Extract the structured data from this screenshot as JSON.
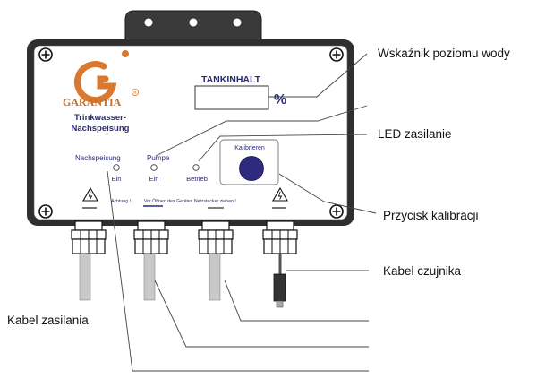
{
  "device": {
    "brand": "GARANTIA",
    "registered_mark": "R",
    "product_line1": "Trinkwasser-",
    "product_line2": "Nachspeisung",
    "display_title": "TANKINHALT",
    "display_unit": "%",
    "led_labels": {
      "nachspeisung": "Nachspeisung",
      "pumpe": "Pumpe"
    },
    "led_states": {
      "nachspeisung": "Ein",
      "pumpe": "Ein",
      "betrieb": "Betrieb"
    },
    "calibrate_label": "Kalibrieren",
    "warning_text": "Achtung !",
    "warning_detail": "Vor Öffnen des Gerätes Netzstecker ziehen !"
  },
  "callouts": {
    "water_level": "Wskaźnik poziomu wody",
    "power_led": "LED zasilanie",
    "calibrate_button": "Przycisk kalibracji",
    "sensor_cable": "Kabel czujnika",
    "power_cable": "Kabel zasilania"
  },
  "colors": {
    "label_blue": "#2b2b7a",
    "button_fill": "#2e2a7e",
    "logo_orange": "#d9782e",
    "outline": "#222222"
  }
}
